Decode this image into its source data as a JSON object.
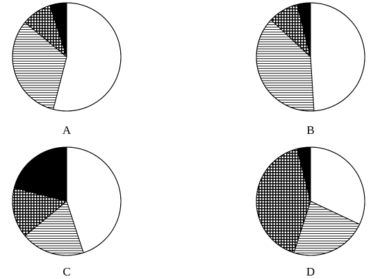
{
  "chart_data": [
    {
      "type": "pie",
      "label": "A",
      "start_angle_deg": 0,
      "direction": "clockwise",
      "slices": [
        {
          "pattern": "white",
          "value": 0.54
        },
        {
          "pattern": "horizontal-lines",
          "value": 0.32
        },
        {
          "pattern": "grid",
          "value": 0.09
        },
        {
          "pattern": "black",
          "value": 0.05
        }
      ]
    },
    {
      "type": "pie",
      "label": "B",
      "start_angle_deg": 0,
      "direction": "clockwise",
      "slices": [
        {
          "pattern": "white",
          "value": 0.49
        },
        {
          "pattern": "horizontal-lines",
          "value": 0.38
        },
        {
          "pattern": "grid",
          "value": 0.09
        },
        {
          "pattern": "black",
          "value": 0.04
        }
      ]
    },
    {
      "type": "pie",
      "label": "C",
      "start_angle_deg": 0,
      "direction": "clockwise",
      "slices": [
        {
          "pattern": "white",
          "value": 0.45
        },
        {
          "pattern": "horizontal-lines",
          "value": 0.19
        },
        {
          "pattern": "grid",
          "value": 0.15
        },
        {
          "pattern": "black",
          "value": 0.21
        }
      ]
    },
    {
      "type": "pie",
      "label": "D",
      "start_angle_deg": 0,
      "direction": "clockwise",
      "slices": [
        {
          "pattern": "white",
          "value": 0.32
        },
        {
          "pattern": "horizontal-lines",
          "value": 0.23
        },
        {
          "pattern": "grid",
          "value": 0.41
        },
        {
          "pattern": "black",
          "value": 0.04
        }
      ]
    }
  ]
}
